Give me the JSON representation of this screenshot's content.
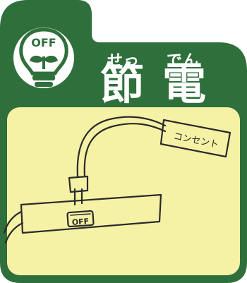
{
  "card": {
    "colors": {
      "frame": "#2f6f3c",
      "frame_dark": "#255a30",
      "panel": "#f5f2a6",
      "paper": "#ffffff",
      "ink": "#2a2a2a",
      "bulb_fill": "#ffffff",
      "bulb_stroke": "#2f6f3c"
    },
    "icon": {
      "name": "light-bulb-off-icon",
      "badge_text": "OFF"
    },
    "title": {
      "ruby_setsu": "せっ",
      "ruby_den": "でん",
      "kanji_setsu": "節",
      "kanji_den": "電"
    },
    "illustration": {
      "description_icon": "power-strip-plug-drawing",
      "switch_text": "OFF",
      "plug_label_text": "コンセント"
    }
  }
}
